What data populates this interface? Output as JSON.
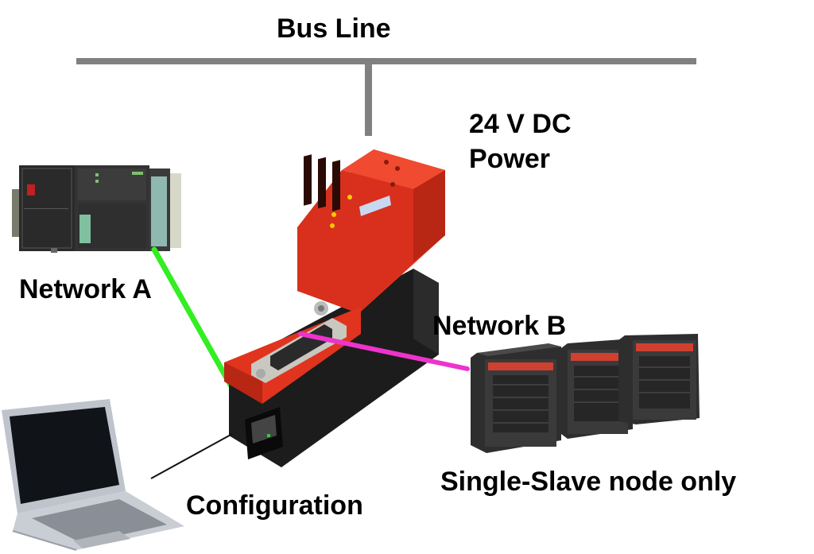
{
  "labels": {
    "bus_line": "Bus Line",
    "power_line1": "24 V DC",
    "power_line2": "Power",
    "network_a": "Network A",
    "network_b": "Network B",
    "configuration": "Configuration",
    "slave_nodes": "Single-Slave node only"
  },
  "colors": {
    "bus": "#808080",
    "network_a_link": "#33ee22",
    "network_b_link": "#ee33cc",
    "config_link": "#111111",
    "gateway_body": "#e0341f",
    "gateway_base": "#1c1c1c"
  },
  "icons": [
    "plc-icon",
    "gateway-icon",
    "io-module-icon",
    "laptop-icon"
  ]
}
